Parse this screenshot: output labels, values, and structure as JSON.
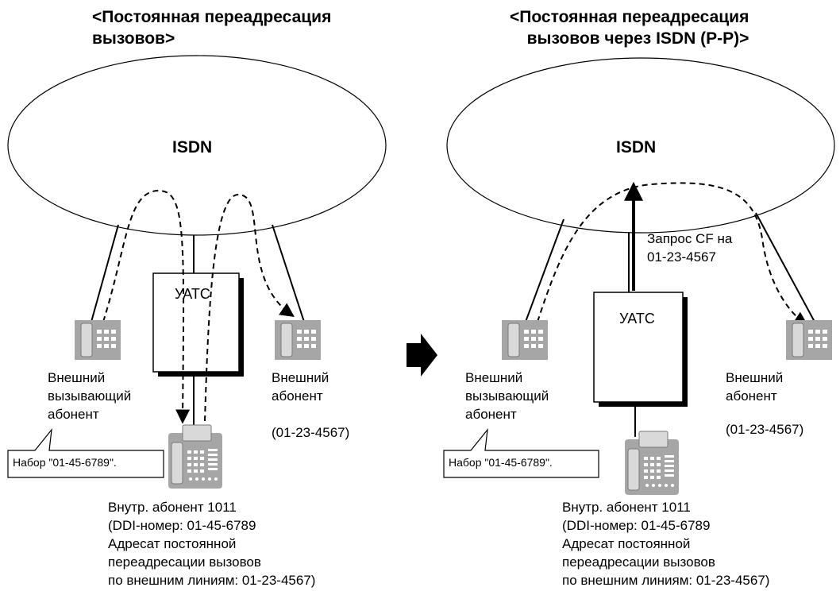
{
  "left_panel": {
    "title_line1": "<Постоянная переадресация",
    "title_line2": "вызовов>",
    "network_label": "ISDN",
    "pbx_label": "УАТС",
    "caller_label": "Внешний\nвызывающий\nабонент",
    "dial_note": "Набор \"01-45-6789\".",
    "callee_label": "Внешний\nабонент",
    "callee_number": "(01-23-4567)",
    "extension_label": "Внутр. абонент 1011\n(DDI-номер: 01-45-6789\nАдресат постоянной\nпереадресации вызовов\nпо внешним линиям: 01-23-4567)"
  },
  "right_panel": {
    "title_line1": "<Постоянная переадресация",
    "title_line2": "вызовов через ISDN (P-P)>",
    "network_label": "ISDN",
    "pbx_label": "УАТС",
    "request_label": "Запрос CF на\n01-23-4567",
    "caller_label": "Внешний\nвызывающий\nабонент",
    "dial_note": "Набор \"01-45-6789\".",
    "callee_label": "Внешний\nабонент",
    "callee_number": "(01-23-4567)",
    "extension_label": "Внутр. абонент 1011\n(DDI-номер: 01-45-6789\nАдресат постоянной\nпереадресации вызовов\nпо внешним линиям: 01-23-4567)"
  },
  "transition_arrow": "arrow-right-icon",
  "colors": {
    "line": "#000000",
    "phone": "#a6a6a6",
    "phone_dark": "#7a7a7a"
  }
}
